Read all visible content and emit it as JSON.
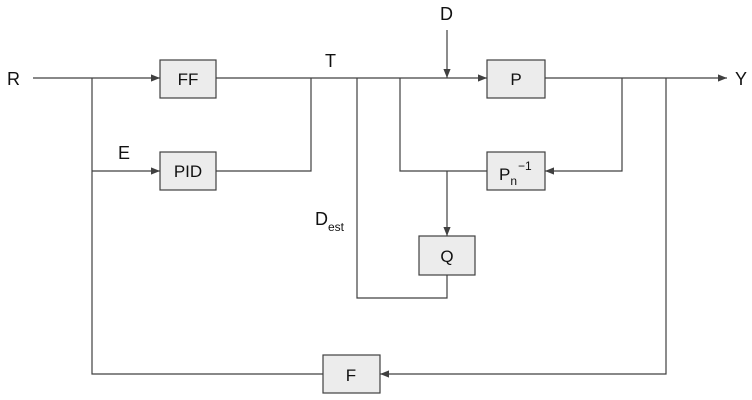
{
  "blocks": {
    "ff": "FF",
    "pid": "PID",
    "p": "P",
    "pn_inverse": {
      "base": "P",
      "sub": "n",
      "sup": "−1"
    },
    "q": "Q",
    "f": "F"
  },
  "signals": {
    "r": "R",
    "y": "Y",
    "t": "T",
    "d": "D",
    "e": "E",
    "d_est": {
      "base": "D",
      "sub": "est"
    }
  },
  "colors": {
    "wire": "#404040",
    "block_fill": "#ececec",
    "text": "#111111"
  }
}
